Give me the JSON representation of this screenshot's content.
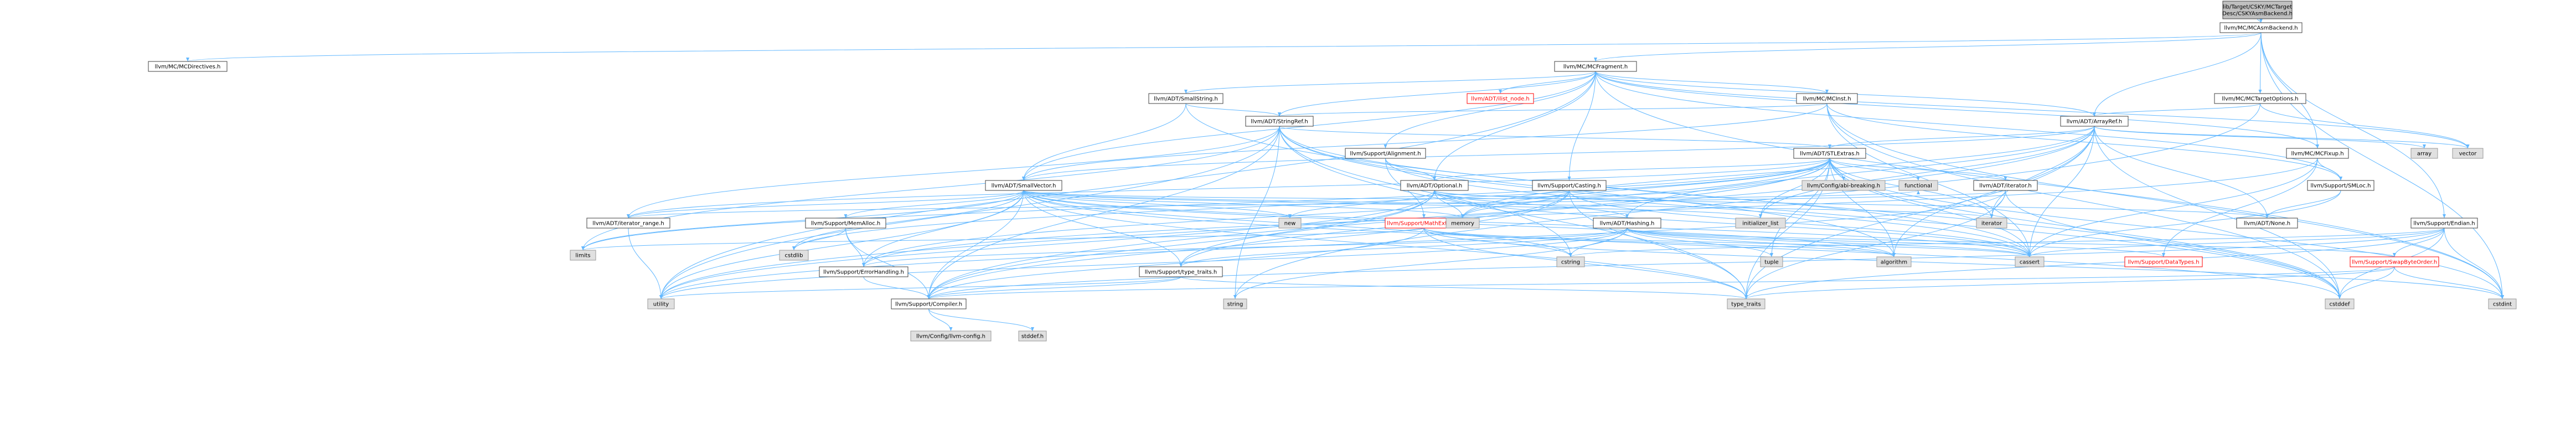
{
  "colors": {
    "root_fill": "#bfbfbf",
    "root_border": "#404040",
    "node_fill": "#ffffff",
    "node_border": "#404040",
    "red_text": "#ff0000",
    "red_border": "#ff0000",
    "system_fill": "#e0e0e0",
    "system_border": "#999999",
    "edge": "#63b8ff",
    "edge_alt": "#b2182b"
  },
  "nodes": [
    {
      "id": "root",
      "label": "lib/Target/CSKY/MCTarget\nDesc/CSKYAsmBackend.h",
      "kind": "root"
    },
    {
      "id": "MCAsmBackend",
      "label": "llvm/MC/MCAsmBackend.h",
      "kind": "normal"
    },
    {
      "id": "MCDirectives",
      "label": "llvm/MC/MCDirectives.h",
      "kind": "normal"
    },
    {
      "id": "MCFragment",
      "label": "llvm/MC/MCFragment.h",
      "kind": "normal"
    },
    {
      "id": "MCTargetOptions",
      "label": "llvm/MC/MCTargetOptions.h",
      "kind": "normal"
    },
    {
      "id": "SmallString",
      "label": "llvm/ADT/SmallString.h",
      "kind": "normal"
    },
    {
      "id": "ilist_node",
      "label": "llvm/ADT/ilist_node.h",
      "kind": "red"
    },
    {
      "id": "MCInst",
      "label": "llvm/MC/MCInst.h",
      "kind": "normal"
    },
    {
      "id": "StringRef",
      "label": "llvm/ADT/StringRef.h",
      "kind": "normal"
    },
    {
      "id": "ArrayRef",
      "label": "llvm/ADT/ArrayRef.h",
      "kind": "normal"
    },
    {
      "id": "Alignment",
      "label": "llvm/Support/Alignment.h",
      "kind": "normal"
    },
    {
      "id": "STLExtras",
      "label": "llvm/ADT/STLExtras.h",
      "kind": "normal"
    },
    {
      "id": "MCFixup",
      "label": "llvm/MC/MCFixup.h",
      "kind": "normal"
    },
    {
      "id": "SmallVector",
      "label": "llvm/ADT/SmallVector.h",
      "kind": "normal"
    },
    {
      "id": "Optional",
      "label": "llvm/ADT/Optional.h",
      "kind": "normal"
    },
    {
      "id": "Casting",
      "label": "llvm/Support/Casting.h",
      "kind": "normal"
    },
    {
      "id": "abi_breaking",
      "label": "llvm/Config/abi-breaking.h",
      "kind": "system"
    },
    {
      "id": "functional",
      "label": "functional",
      "kind": "system"
    },
    {
      "id": "ADTiterator",
      "label": "llvm/ADT/iterator.h",
      "kind": "normal"
    },
    {
      "id": "SMLoc",
      "label": "llvm/Support/SMLoc.h",
      "kind": "normal"
    },
    {
      "id": "array",
      "label": "array",
      "kind": "system"
    },
    {
      "id": "vector",
      "label": "vector",
      "kind": "system"
    },
    {
      "id": "iterator_range",
      "label": "llvm/ADT/iterator_range.h",
      "kind": "normal"
    },
    {
      "id": "MemAlloc",
      "label": "llvm/Support/MemAlloc.h",
      "kind": "normal"
    },
    {
      "id": "MathExtras",
      "label": "llvm/Support/MathExtras.h",
      "kind": "red"
    },
    {
      "id": "Hashing",
      "label": "llvm/ADT/Hashing.h",
      "kind": "normal"
    },
    {
      "id": "None",
      "label": "llvm/ADT/None.h",
      "kind": "normal"
    },
    {
      "id": "Endian",
      "label": "llvm/Support/Endian.h",
      "kind": "normal"
    },
    {
      "id": "new",
      "label": "new",
      "kind": "system"
    },
    {
      "id": "memory",
      "label": "memory",
      "kind": "system"
    },
    {
      "id": "initializer_list",
      "label": "initializer_list",
      "kind": "system"
    },
    {
      "id": "iterator",
      "label": "iterator",
      "kind": "system"
    },
    {
      "id": "limits",
      "label": "limits",
      "kind": "system"
    },
    {
      "id": "cstdlib",
      "label": "cstdlib",
      "kind": "system"
    },
    {
      "id": "ErrorHandling",
      "label": "llvm/Support/ErrorHandling.h",
      "kind": "normal"
    },
    {
      "id": "type_traits_h",
      "label": "llvm/Support/type_traits.h",
      "kind": "normal"
    },
    {
      "id": "cstring",
      "label": "cstring",
      "kind": "system"
    },
    {
      "id": "tuple",
      "label": "tuple",
      "kind": "system"
    },
    {
      "id": "algorithm",
      "label": "algorithm",
      "kind": "system"
    },
    {
      "id": "cassert",
      "label": "cassert",
      "kind": "system"
    },
    {
      "id": "DataTypes",
      "label": "llvm/Support/DataTypes.h",
      "kind": "red"
    },
    {
      "id": "SwapByteOrder",
      "label": "llvm/Support/SwapByteOrder.h",
      "kind": "red"
    },
    {
      "id": "utility",
      "label": "utility",
      "kind": "system"
    },
    {
      "id": "Compiler",
      "label": "llvm/Support/Compiler.h",
      "kind": "normal"
    },
    {
      "id": "string",
      "label": "string",
      "kind": "system"
    },
    {
      "id": "type_traits",
      "label": "type_traits",
      "kind": "system"
    },
    {
      "id": "cstddef",
      "label": "cstddef",
      "kind": "system"
    },
    {
      "id": "cstdint",
      "label": "cstdint",
      "kind": "system"
    },
    {
      "id": "llvm_config",
      "label": "llvm/Config/llvm-config.h",
      "kind": "system"
    },
    {
      "id": "stddef",
      "label": "stddef.h",
      "kind": "system"
    }
  ],
  "edges": [
    [
      "root",
      "MCAsmBackend"
    ],
    [
      "MCAsmBackend",
      "MCDirectives"
    ],
    [
      "MCAsmBackend",
      "MCFragment"
    ],
    [
      "MCAsmBackend",
      "MCTargetOptions"
    ],
    [
      "MCAsmBackend",
      "ArrayRef"
    ],
    [
      "MCAsmBackend",
      "MCFixup"
    ],
    [
      "MCAsmBackend",
      "Endian"
    ],
    [
      "MCAsmBackend",
      "cstdint"
    ],
    [
      "MCFragment",
      "SmallString"
    ],
    [
      "MCFragment",
      "ilist_node"
    ],
    [
      "MCFragment",
      "MCInst"
    ],
    [
      "MCFragment",
      "StringRef"
    ],
    [
      "MCFragment",
      "ArrayRef"
    ],
    [
      "MCFragment",
      "Alignment"
    ],
    [
      "MCFragment",
      "MCFixup"
    ],
    [
      "MCFragment",
      "SmallVector"
    ],
    [
      "MCFragment",
      "Optional"
    ],
    [
      "MCFragment",
      "Casting"
    ],
    [
      "MCFragment",
      "SMLoc"
    ],
    [
      "MCFragment",
      "cstdint"
    ],
    [
      "MCFragment",
      "utility"
    ],
    [
      "MCFragment",
      "vector"
    ],
    [
      "MCTargetOptions",
      "ArrayRef"
    ],
    [
      "MCTargetOptions",
      "string"
    ],
    [
      "MCTargetOptions",
      "vector"
    ],
    [
      "SmallString",
      "StringRef"
    ],
    [
      "SmallString",
      "SmallVector"
    ],
    [
      "SmallString",
      "cstddef"
    ],
    [
      "MCInst",
      "StringRef"
    ],
    [
      "MCInst",
      "SmallVector"
    ],
    [
      "MCInst",
      "SMLoc"
    ],
    [
      "MCInst",
      "cassert"
    ],
    [
      "MCInst",
      "cstddef"
    ],
    [
      "MCInst",
      "cstdint"
    ],
    [
      "StringRef",
      "STLExtras"
    ],
    [
      "StringRef",
      "iterator_range"
    ],
    [
      "StringRef",
      "Compiler"
    ],
    [
      "StringRef",
      "algorithm"
    ],
    [
      "StringRef",
      "cassert"
    ],
    [
      "StringRef",
      "cstddef"
    ],
    [
      "StringRef",
      "cstring"
    ],
    [
      "StringRef",
      "limits"
    ],
    [
      "StringRef",
      "string"
    ],
    [
      "StringRef",
      "type_traits"
    ],
    [
      "StringRef",
      "utility"
    ],
    [
      "ArrayRef",
      "Hashing"
    ],
    [
      "ArrayRef",
      "None"
    ],
    [
      "ArrayRef",
      "SmallVector"
    ],
    [
      "ArrayRef",
      "STLExtras"
    ],
    [
      "ArrayRef",
      "Compiler"
    ],
    [
      "ArrayRef",
      "algorithm"
    ],
    [
      "ArrayRef",
      "array"
    ],
    [
      "ArrayRef",
      "cassert"
    ],
    [
      "ArrayRef",
      "cstddef"
    ],
    [
      "ArrayRef",
      "initializer_list"
    ],
    [
      "ArrayRef",
      "iterator"
    ],
    [
      "ArrayRef",
      "memory"
    ],
    [
      "ArrayRef",
      "type_traits"
    ],
    [
      "ArrayRef",
      "vector"
    ],
    [
      "Alignment",
      "Optional"
    ],
    [
      "Alignment",
      "MathExtras"
    ],
    [
      "Alignment",
      "cassert"
    ],
    [
      "STLExtras",
      "Optional"
    ],
    [
      "STLExtras",
      "ADTiterator"
    ],
    [
      "STLExtras",
      "iterator_range"
    ],
    [
      "STLExtras",
      "abi_breaking"
    ],
    [
      "STLExtras",
      "ErrorHandling"
    ],
    [
      "STLExtras",
      "algorithm"
    ],
    [
      "STLExtras",
      "cassert"
    ],
    [
      "STLExtras",
      "cstddef"
    ],
    [
      "STLExtras",
      "cstdint"
    ],
    [
      "STLExtras",
      "cstdlib"
    ],
    [
      "STLExtras",
      "functional"
    ],
    [
      "STLExtras",
      "initializer_list"
    ],
    [
      "STLExtras",
      "iterator"
    ],
    [
      "STLExtras",
      "limits"
    ],
    [
      "STLExtras",
      "memory"
    ],
    [
      "STLExtras",
      "tuple"
    ],
    [
      "STLExtras",
      "type_traits"
    ],
    [
      "STLExtras",
      "utility"
    ],
    [
      "MCFixup",
      "DataTypes"
    ],
    [
      "MCFixup",
      "ErrorHandling"
    ],
    [
      "MCFixup",
      "SMLoc"
    ],
    [
      "MCFixup",
      "cassert"
    ],
    [
      "SmallVector",
      "iterator_range"
    ],
    [
      "SmallVector",
      "Compiler"
    ],
    [
      "SmallVector",
      "ErrorHandling"
    ],
    [
      "SmallVector",
      "MemAlloc"
    ],
    [
      "SmallVector",
      "type_traits_h"
    ],
    [
      "SmallVector",
      "algorithm"
    ],
    [
      "SmallVector",
      "cassert"
    ],
    [
      "SmallVector",
      "cstddef"
    ],
    [
      "SmallVector",
      "cstdlib"
    ],
    [
      "SmallVector",
      "cstring"
    ],
    [
      "SmallVector",
      "functional"
    ],
    [
      "SmallVector",
      "initializer_list"
    ],
    [
      "SmallVector",
      "iterator"
    ],
    [
      "SmallVector",
      "limits"
    ],
    [
      "SmallVector",
      "memory"
    ],
    [
      "SmallVector",
      "new"
    ],
    [
      "SmallVector",
      "type_traits"
    ],
    [
      "SmallVector",
      "utility"
    ],
    [
      "Optional",
      "Hashing"
    ],
    [
      "Optional",
      "None"
    ],
    [
      "Optional",
      "STLExtras"
    ],
    [
      "Optional",
      "Compiler"
    ],
    [
      "Optional",
      "type_traits_h"
    ],
    [
      "Optional",
      "cassert"
    ],
    [
      "Optional",
      "memory"
    ],
    [
      "Optional",
      "new"
    ],
    [
      "Optional",
      "utility"
    ],
    [
      "Casting",
      "Optional"
    ],
    [
      "Casting",
      "Compiler"
    ],
    [
      "Casting",
      "type_traits_h"
    ],
    [
      "Casting",
      "cassert"
    ],
    [
      "Casting",
      "memory"
    ],
    [
      "Casting",
      "type_traits"
    ],
    [
      "ADTiterator",
      "iterator_range"
    ],
    [
      "ADTiterator",
      "cstddef"
    ],
    [
      "ADTiterator",
      "iterator"
    ],
    [
      "ADTiterator",
      "type_traits"
    ],
    [
      "ADTiterator",
      "utility"
    ],
    [
      "SMLoc",
      "None"
    ],
    [
      "SMLoc",
      "cassert"
    ],
    [
      "iterator_range",
      "utility"
    ],
    [
      "MemAlloc",
      "Compiler"
    ],
    [
      "MemAlloc",
      "ErrorHandling"
    ],
    [
      "MemAlloc",
      "cstdlib"
    ],
    [
      "MathExtras",
      "Compiler"
    ],
    [
      "MathExtras",
      "algorithm"
    ],
    [
      "MathExtras",
      "cassert"
    ],
    [
      "MathExtras",
      "cstdint"
    ],
    [
      "MathExtras",
      "cstring"
    ],
    [
      "MathExtras",
      "limits"
    ],
    [
      "MathExtras",
      "type_traits"
    ],
    [
      "Hashing",
      "ErrorHandling"
    ],
    [
      "Hashing",
      "DataTypes"
    ],
    [
      "Hashing",
      "SwapByteOrder"
    ],
    [
      "Hashing",
      "type_traits_h"
    ],
    [
      "Hashing",
      "algorithm"
    ],
    [
      "Hashing",
      "cassert"
    ],
    [
      "Hashing",
      "cstring"
    ],
    [
      "Hashing",
      "string"
    ],
    [
      "Hashing",
      "tuple"
    ],
    [
      "Hashing",
      "utility"
    ],
    [
      "Endian",
      "Compiler"
    ],
    [
      "Endian",
      "SwapByteOrder"
    ],
    [
      "Endian",
      "cassert"
    ],
    [
      "Endian",
      "cstddef"
    ],
    [
      "Endian",
      "cstdint"
    ],
    [
      "Endian",
      "cstring"
    ],
    [
      "Endian",
      "type_traits"
    ],
    [
      "ErrorHandling",
      "Compiler"
    ],
    [
      "type_traits_h",
      "Compiler"
    ],
    [
      "type_traits_h",
      "type_traits"
    ],
    [
      "type_traits_h",
      "utility"
    ],
    [
      "SwapByteOrder",
      "Compiler"
    ],
    [
      "SwapByteOrder",
      "cstddef"
    ],
    [
      "SwapByteOrder",
      "cstdint"
    ],
    [
      "SwapByteOrder",
      "type_traits"
    ],
    [
      "Compiler",
      "llvm_config"
    ],
    [
      "Compiler",
      "stddef"
    ]
  ]
}
